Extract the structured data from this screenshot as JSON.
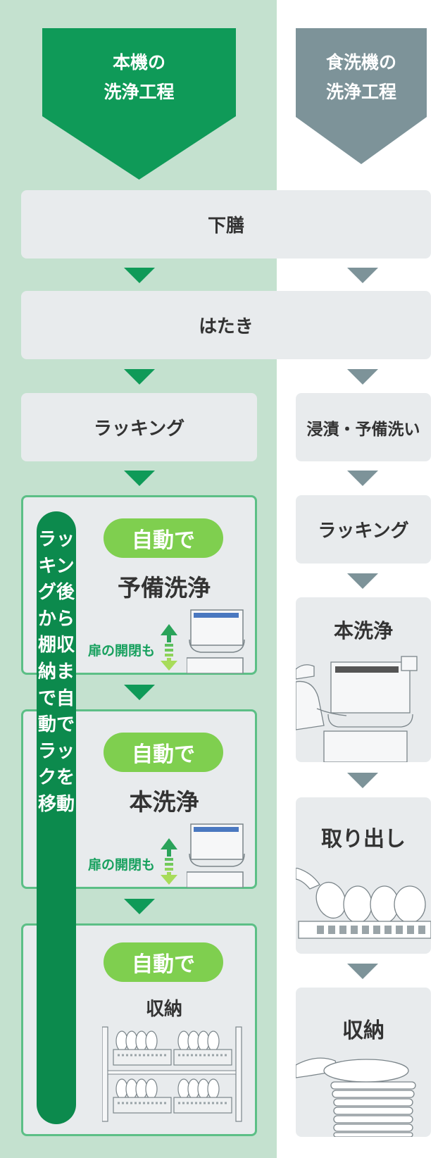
{
  "left_header": "本機の\n洗浄工程",
  "right_header": "食洗機の\n洗浄工程",
  "shared_steps": [
    "下膳",
    "はたき"
  ],
  "left": {
    "racking": "ラッキング",
    "auto_label": "自動で",
    "prewash": "予備洗浄",
    "mainwash": "本洗浄",
    "storage": "収納",
    "door": "扉の開閉も",
    "vertical_banner": "ラッキング後から棚収納まで自動でラックを移動"
  },
  "right": {
    "soak": "浸漬・予備洗い",
    "racking": "ラッキング",
    "mainwash": "本洗浄",
    "takeout": "取り出し",
    "storage": "収納"
  },
  "colors": {
    "left_bg": "#c4e1cf",
    "green_dark": "#0f9a58",
    "gray_header": "#7d9399",
    "pill_green": "#7fcf4f",
    "box_gray": "#e8ebed"
  }
}
